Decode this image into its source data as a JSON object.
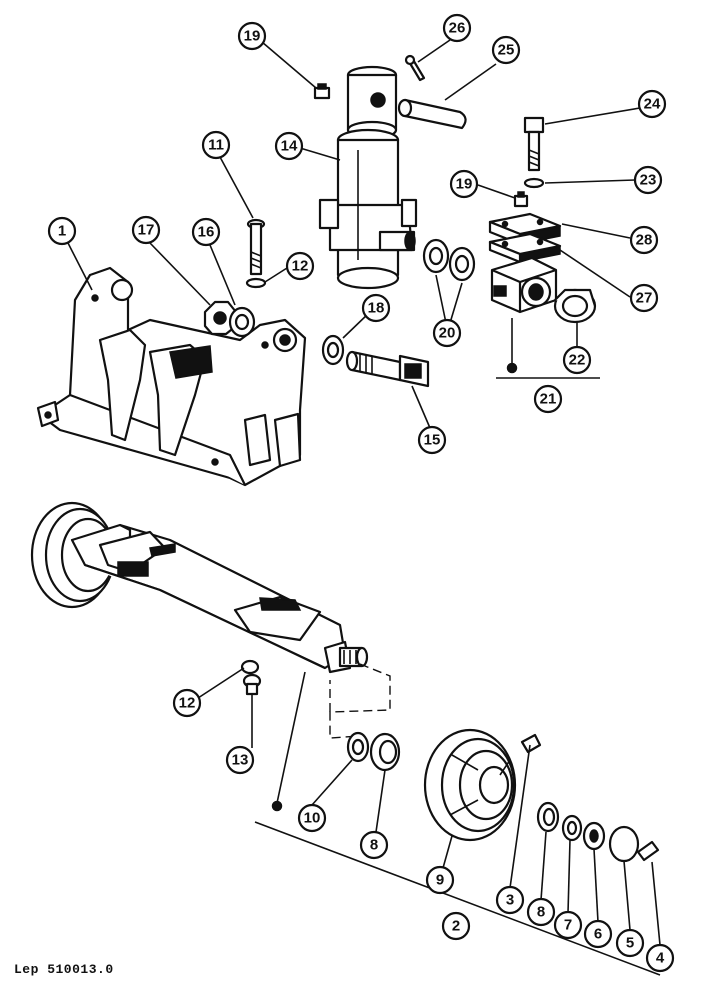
{
  "drawing_reference": "Lep 510013.0",
  "callouts": [
    "19",
    "26",
    "25",
    "24",
    "11",
    "14",
    "23",
    "19",
    "28",
    "1",
    "17",
    "16",
    "12",
    "27",
    "18",
    "20",
    "22",
    "21",
    "15",
    "12",
    "13",
    "10",
    "8",
    "3",
    "9",
    "8",
    "7",
    "6",
    "5",
    "4",
    "2"
  ]
}
